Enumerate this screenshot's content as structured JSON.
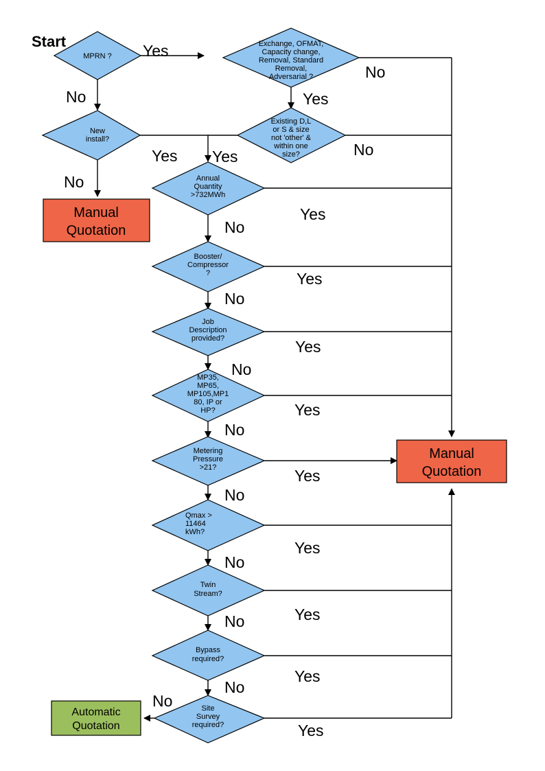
{
  "diagram": {
    "title_label": "Start",
    "colors": {
      "decision_fill": "#92C5F0",
      "manual_fill": "#EF6547",
      "automatic_fill": "#9CBF5E",
      "stroke": "#000000",
      "background": "#FFFFFF"
    },
    "labels": {
      "yes": "Yes",
      "no": "No"
    },
    "decisions": [
      {
        "id": "mprn",
        "lines": [
          "MPRN ?"
        ]
      },
      {
        "id": "exchange",
        "lines": [
          "Exchange, OFMAT,",
          "Capacity change,",
          "Removal, Standard",
          "Removal,",
          "Adversarial ?"
        ]
      },
      {
        "id": "new-install",
        "lines": [
          "New",
          "install?"
        ]
      },
      {
        "id": "existing",
        "lines": [
          "Existing D,L",
          "or S & size",
          "not 'other' &",
          "within one",
          "size?"
        ]
      },
      {
        "id": "annual",
        "lines": [
          "Annual",
          "Quantity",
          ">732MWh"
        ]
      },
      {
        "id": "booster",
        "lines": [
          "Booster/",
          "Compressor",
          "?"
        ]
      },
      {
        "id": "job-desc",
        "lines": [
          "Job",
          "Description",
          "provided?"
        ]
      },
      {
        "id": "mp-rating",
        "lines": [
          "MP35,",
          "MP65,",
          "MP105,MP1",
          "80, IP or",
          "HP?"
        ]
      },
      {
        "id": "metering",
        "lines": [
          "Metering",
          "Pressure",
          ">21?"
        ]
      },
      {
        "id": "qmax",
        "lines": [
          "Qmax >",
          "11464",
          "kWh?"
        ]
      },
      {
        "id": "twin",
        "lines": [
          "Twin",
          "Stream?"
        ]
      },
      {
        "id": "bypass",
        "lines": [
          "Bypass",
          "required?"
        ]
      },
      {
        "id": "site-survey",
        "lines": [
          "Site",
          "Survey",
          "required?"
        ]
      }
    ],
    "terminals": [
      {
        "id": "manual-left",
        "lines": [
          "Manual",
          "Quotation"
        ]
      },
      {
        "id": "manual-right",
        "lines": [
          "Manual",
          "Quotation"
        ]
      },
      {
        "id": "automatic",
        "lines": [
          "Automatic",
          "Quotation"
        ]
      }
    ],
    "edge_labels": [
      {
        "id": "mprn-yes",
        "text": "Yes"
      },
      {
        "id": "mprn-no",
        "text": "No"
      },
      {
        "id": "exchange-no",
        "text": "No"
      },
      {
        "id": "exchange-yes",
        "text": "Yes"
      },
      {
        "id": "new-install-yes",
        "text": "Yes"
      },
      {
        "id": "new-install-no",
        "text": "No"
      },
      {
        "id": "existing-yes",
        "text": "Yes"
      },
      {
        "id": "existing-no",
        "text": "No"
      },
      {
        "id": "annual-yes",
        "text": "Yes"
      },
      {
        "id": "annual-no",
        "text": "No"
      },
      {
        "id": "booster-yes",
        "text": "Yes"
      },
      {
        "id": "booster-no",
        "text": "No"
      },
      {
        "id": "job-desc-yes",
        "text": "Yes"
      },
      {
        "id": "job-desc-no",
        "text": "No"
      },
      {
        "id": "mp-rating-yes",
        "text": "Yes"
      },
      {
        "id": "mp-rating-no",
        "text": "No"
      },
      {
        "id": "metering-yes",
        "text": "Yes"
      },
      {
        "id": "metering-no",
        "text": "No"
      },
      {
        "id": "qmax-yes",
        "text": "Yes"
      },
      {
        "id": "qmax-no",
        "text": "No"
      },
      {
        "id": "twin-yes",
        "text": "Yes"
      },
      {
        "id": "twin-no",
        "text": "No"
      },
      {
        "id": "bypass-yes",
        "text": "Yes"
      },
      {
        "id": "bypass-no",
        "text": "No"
      },
      {
        "id": "site-survey-yes",
        "text": "Yes"
      },
      {
        "id": "site-survey-no",
        "text": "No"
      }
    ]
  }
}
